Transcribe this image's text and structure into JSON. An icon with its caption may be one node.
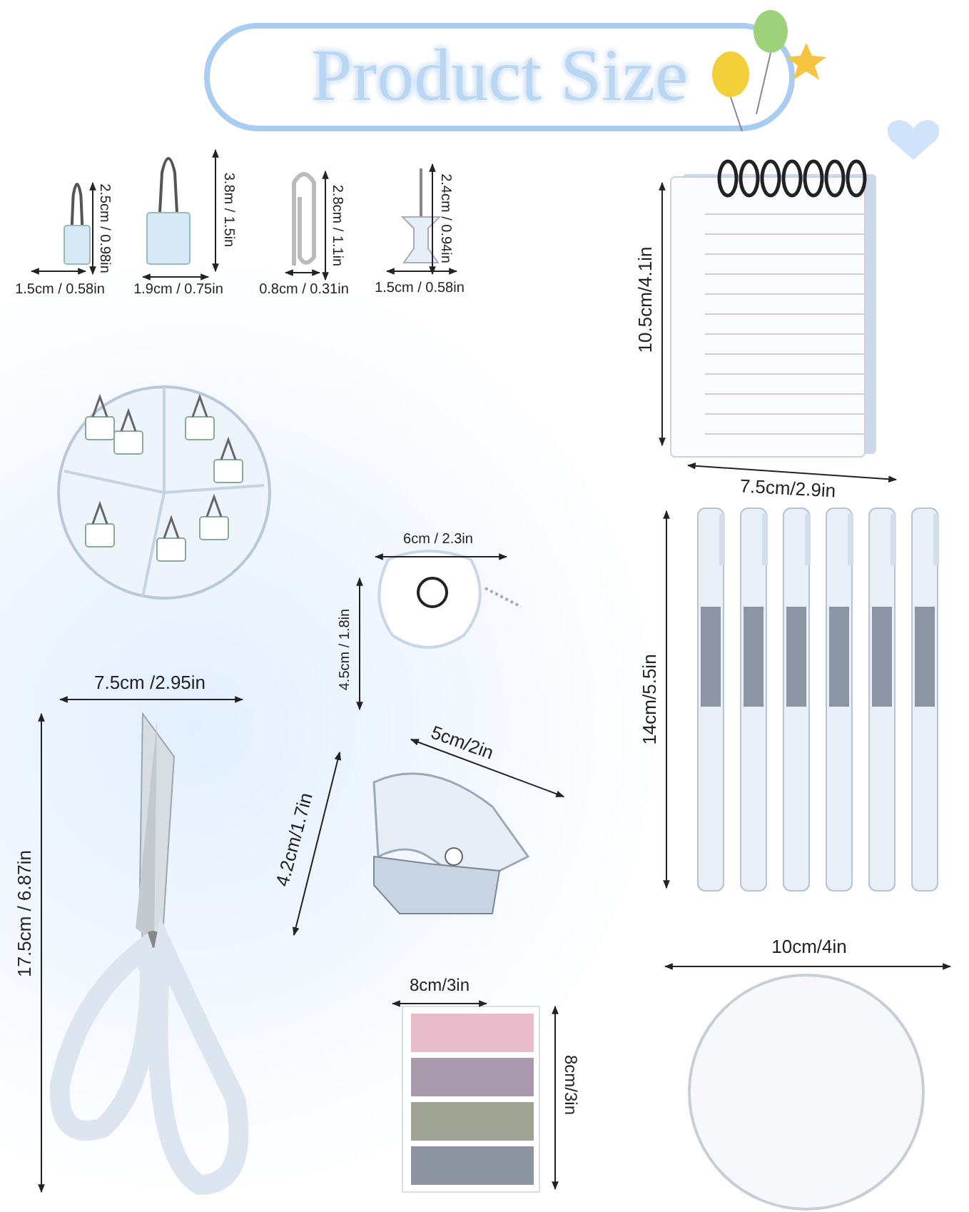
{
  "diagram": {
    "title": "Product Size",
    "labels": [
      "2.5cm / 0.98in",
      "3.8m / 1.5in",
      "2.8cm / 1.1in",
      "2.4cm / 0.94in",
      "1.5cm / 0.58in",
      "1.9cm / 0.75in",
      "0.8cm / 0.31in",
      "1.5cm / 0.58in",
      "10.5cm/4.1in",
      "7.5cm/2.9in",
      "6cm / 2.3in",
      "4.5cm / 1.8in",
      "7.5cm /2.95in",
      "5cm/2in",
      "4.2cm/1.7in",
      "14cm/5.5in",
      "17.5cm / 6.87in",
      "10cm/4in",
      "8cm/3in",
      "8cm/3in"
    ]
  }
}
